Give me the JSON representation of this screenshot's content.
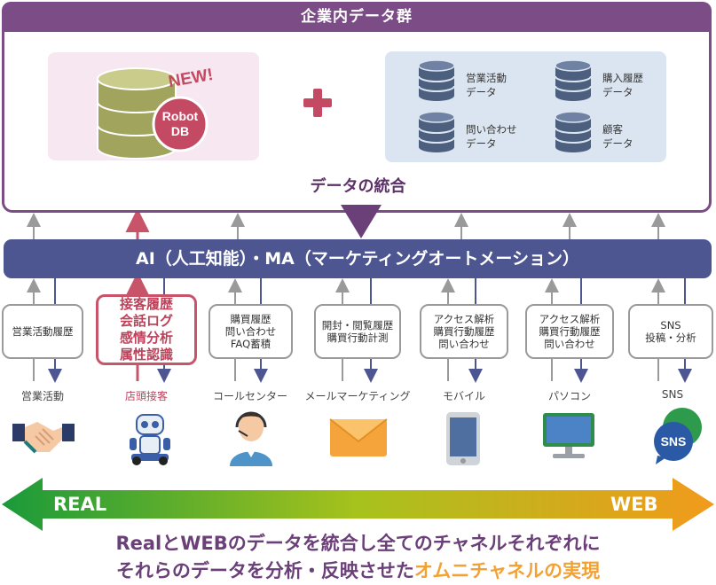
{
  "corporate_data": {
    "title": "企業内データ群",
    "new_badge": "NEW!",
    "robot_db_line1": "Robot",
    "robot_db_line2": "DB",
    "plus_symbol": "+",
    "databases": [
      {
        "line1": "営業活動",
        "line2": "データ"
      },
      {
        "line1": "購入履歴",
        "line2": "データ"
      },
      {
        "line1": "問い合わせ",
        "line2": "データ"
      },
      {
        "line1": "顧客",
        "line2": "データ"
      }
    ],
    "integration_label": "データの統合"
  },
  "ma_bar": {
    "label": "AI（人工知能）・MA（マーケティングオートメーション）"
  },
  "channels": [
    {
      "box_lines": [
        "営業活動履歴"
      ],
      "label": "営業活動",
      "icon": "handshake-icon"
    },
    {
      "box_lines": [
        "接客履歴",
        "会話ログ",
        "感情分析",
        "属性認識"
      ],
      "label": "店頭接客",
      "icon": "robot-icon"
    },
    {
      "box_lines": [
        "購買履歴",
        "問い合わせ",
        "FAQ蓄積"
      ],
      "label": "コールセンター",
      "icon": "operator-icon"
    },
    {
      "box_lines": [
        "開封・閲覧履歴",
        "購買行動計測"
      ],
      "label": "メールマーケティング",
      "icon": "mail-icon"
    },
    {
      "box_lines": [
        "アクセス解析",
        "購買行動履歴",
        "問い合わせ"
      ],
      "label": "モバイル",
      "icon": "smartphone-icon"
    },
    {
      "box_lines": [
        "アクセス解析",
        "購買行動履歴",
        "問い合わせ"
      ],
      "label": "パソコン",
      "icon": "monitor-icon"
    },
    {
      "box_lines": [
        "SNS",
        "投稿・分析"
      ],
      "label": "SNS",
      "icon": "sns-icon"
    }
  ],
  "sns_icon_text": "SNS",
  "arrow": {
    "left_label": "REAL",
    "right_label": "WEB"
  },
  "message": {
    "line1": "RealとWEBのデータを統合し全てのチャネルそれぞれに",
    "line2_prefix": "それらのデータを分析・反映させた",
    "line2_accent": "オムニチャネルの実現"
  },
  "colors": {
    "purple": "#7b4c86",
    "navy": "#4d5691",
    "accent_red": "#c8546a",
    "orange": "#f2a234",
    "green": "#1a9a3a"
  }
}
